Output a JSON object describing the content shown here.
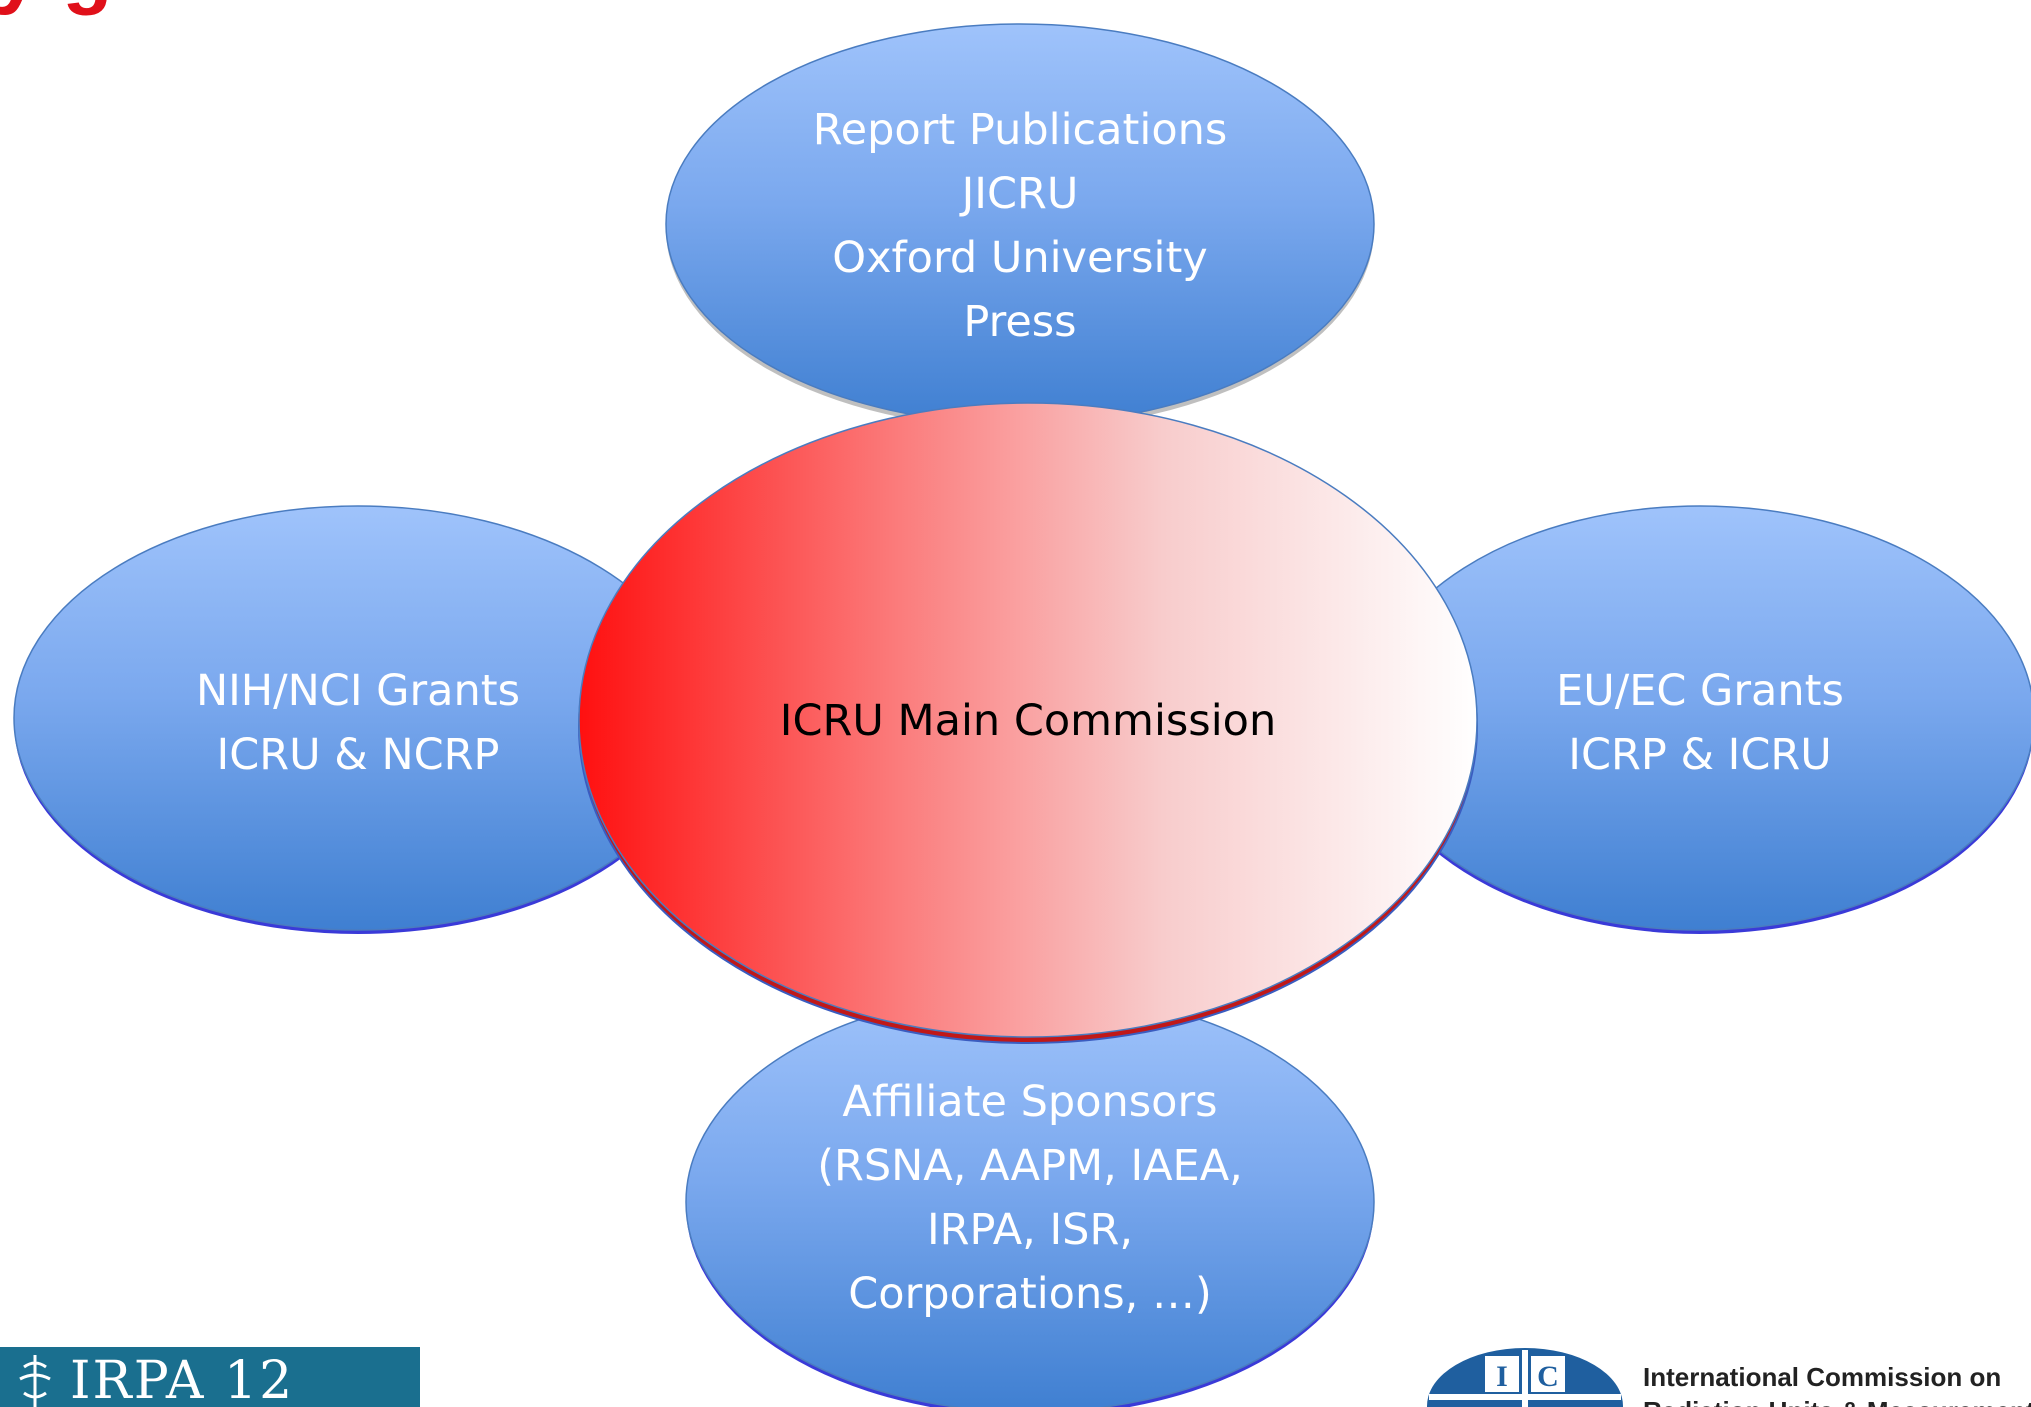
{
  "title_fragment": "y     g",
  "diagram": {
    "center_node": {
      "label": "ICRU Main Commission"
    },
    "top_node": {
      "label": "Report Publications\nJICRU\nOxford University\nPress"
    },
    "left_node": {
      "label": "NIH/NCI Grants\nICRU & NCRP"
    },
    "right_node": {
      "label": "EU/EC Grants\nICRP & ICRU"
    },
    "bottom_node": {
      "label": "Affiliate Sponsors\n(RSNA, AAPM, IAEA,\nIRPA, ISR,\nCorporations, …)"
    }
  },
  "logos": {
    "irpa": {
      "text": "IRPA 12"
    },
    "icru": {
      "seal_letters": "I C",
      "name_line1": "International Commission on",
      "name_line2": "Radiation Units & Measurements"
    }
  },
  "colors": {
    "title_red": "#e0101a",
    "node_blue_light": "#9fc3fb",
    "node_blue_dark": "#3f7fd1",
    "center_red": "#ff1010",
    "center_white": "#ffffff",
    "irpa_teal": "#1a6f8f",
    "icru_navy": "#1f5f9f"
  }
}
